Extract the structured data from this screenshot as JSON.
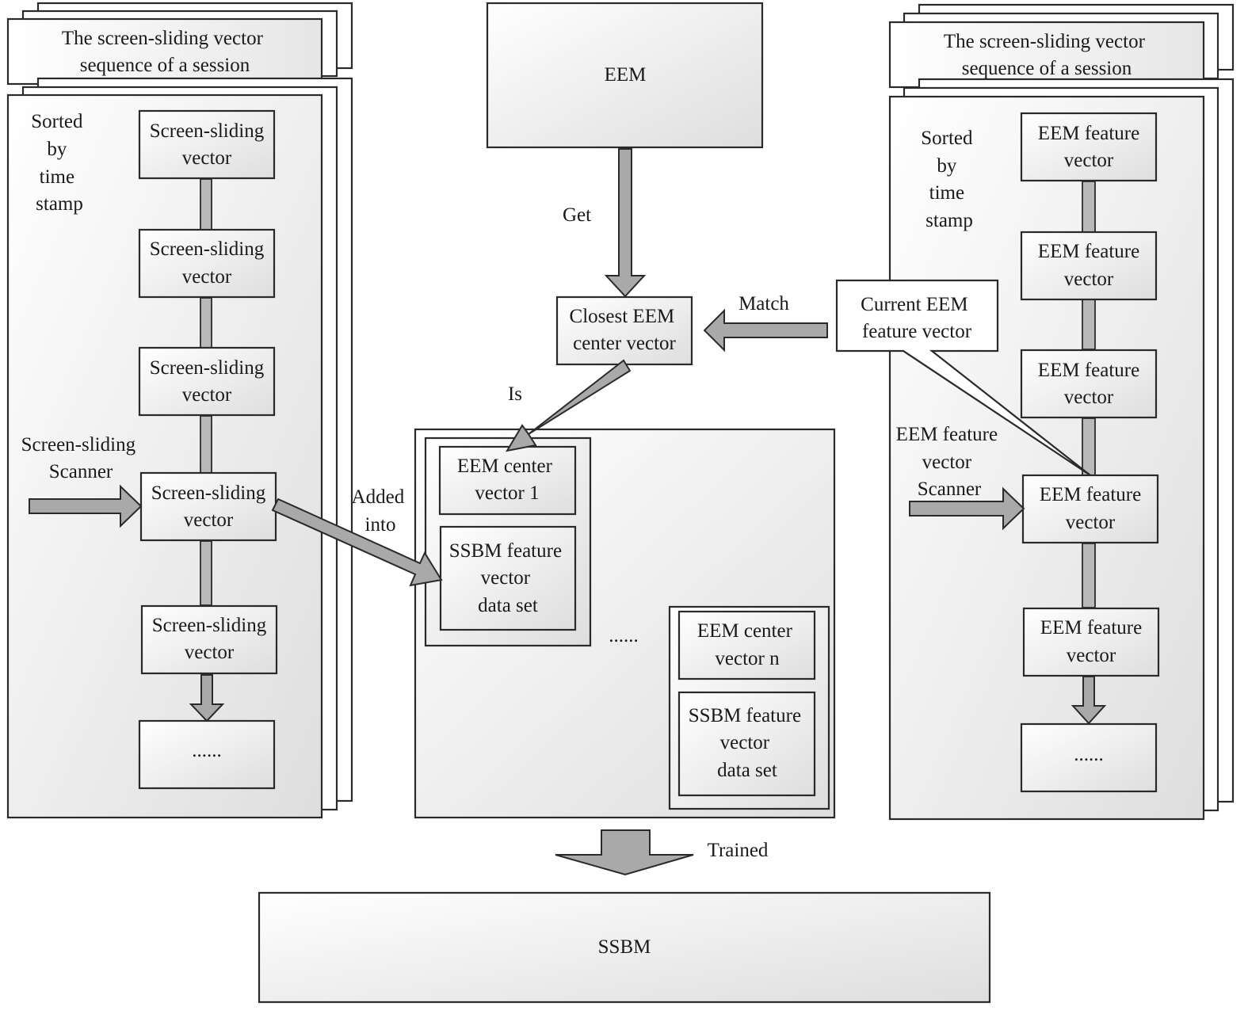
{
  "left_panel": {
    "header_lines": [
      "The screen-sliding vector",
      "sequence of a session"
    ],
    "sort_label_lines": [
      "Sorted",
      "by",
      "time",
      "stamp"
    ],
    "node_label_lines": [
      "Screen-sliding",
      "vector"
    ],
    "ellipsis": "......",
    "scanner_label_lines": [
      "Screen-sliding",
      "Scanner"
    ]
  },
  "center": {
    "eem_label": "EEM",
    "get_label": "Get",
    "closest_lines": [
      "Closest EEM",
      "center vector"
    ],
    "match_label": "Match",
    "is_label": "Is",
    "added_into_lines": [
      "Added",
      "into"
    ],
    "center_vector_1_lines": [
      "EEM center",
      "vector 1"
    ],
    "center_vector_n_lines": [
      "EEM center",
      "vector n"
    ],
    "ssbm_dataset_lines": [
      "SSBM feature",
      "vector",
      "data set"
    ],
    "ellipsis": "......",
    "trained_label": "Trained",
    "ssbm_label": "SSBM"
  },
  "right_panel": {
    "header_lines": [
      "The screen-sliding vector",
      "sequence of a session"
    ],
    "sort_label_lines": [
      "Sorted",
      "by",
      "time",
      "stamp"
    ],
    "node_label_lines": [
      "EEM feature",
      "vector"
    ],
    "ellipsis": "......",
    "scanner_label_lines": [
      "EEM feature",
      "vector",
      "Scanner"
    ],
    "callout_lines": [
      "Current EEM",
      "feature vector"
    ]
  }
}
